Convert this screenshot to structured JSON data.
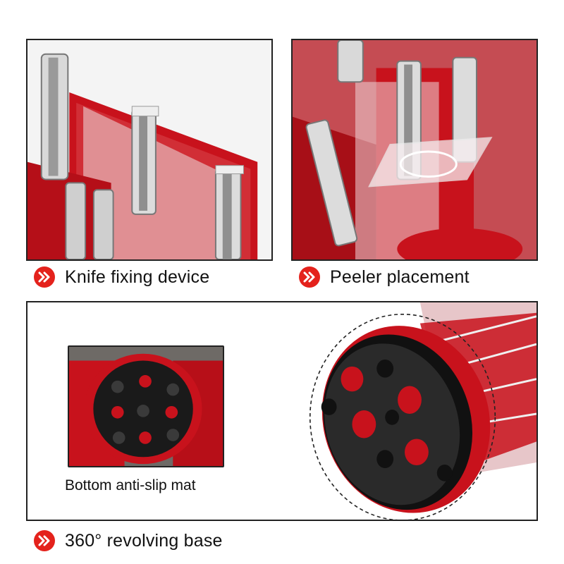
{
  "captions": {
    "knife_fixing": "Knife fixing device",
    "peeler_placement": "Peeler placement",
    "anti_slip": "Bottom anti-slip mat",
    "revolving_base": "360° revolving base"
  },
  "icons": {
    "bullet": "double-chevron-right-icon"
  },
  "colors": {
    "accent": "#e4221c",
    "product_red": "#c8121c",
    "border": "#222222"
  }
}
